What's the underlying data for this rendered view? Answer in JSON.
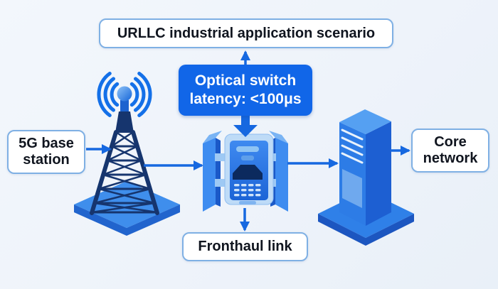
{
  "boxes": {
    "scenario": {
      "label": "URLLC industrial application scenario"
    },
    "latency": {
      "line1": "Optical switch",
      "line2": "latency: <100μs"
    },
    "base_station": {
      "line1": "5G base",
      "line2": "station"
    },
    "core_network": {
      "line1": "Core",
      "line2": "network"
    },
    "fronthaul": {
      "label": "Fronthaul link"
    }
  },
  "icons": {
    "base_station": "cell-tower-icon",
    "signal": "radio-waves-icon",
    "optical_switch": "optical-switch-icon",
    "core_server": "server-tower-icon"
  },
  "flow": [
    {
      "from": "5G base station",
      "to": "optical switch"
    },
    {
      "from": "optical switch",
      "to": "core server"
    },
    {
      "from": "core server",
      "to": "core network"
    },
    {
      "from": "latency box",
      "to": "URLLC scenario box"
    },
    {
      "from": "latency box",
      "to": "optical switch"
    },
    {
      "from": "optical switch",
      "to": "fronthaul link"
    }
  ],
  "colors": {
    "background": "#eef3fa",
    "accent_blue": "#1166e8",
    "arrow_blue": "#1668e0",
    "box_border": "#7fb0e4",
    "box_background": "#ffffff",
    "text_dark": "#10151f",
    "text_light": "#ffffff",
    "tower_dark": "#16356e",
    "platform_top": "#3f8eec",
    "platform_side": "#2164cd"
  }
}
